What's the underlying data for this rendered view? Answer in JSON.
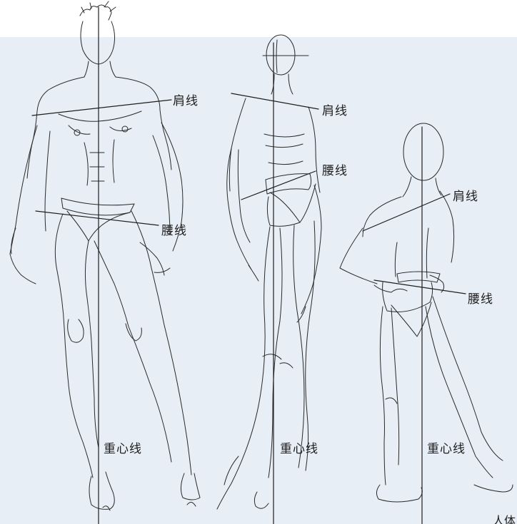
{
  "labels": {
    "shoulder": "肩线",
    "waist": "腰线",
    "center": "重心线",
    "corner": "人体"
  },
  "colors": {
    "background_panel": "#e7eef5",
    "line": "#1e1e1e"
  }
}
